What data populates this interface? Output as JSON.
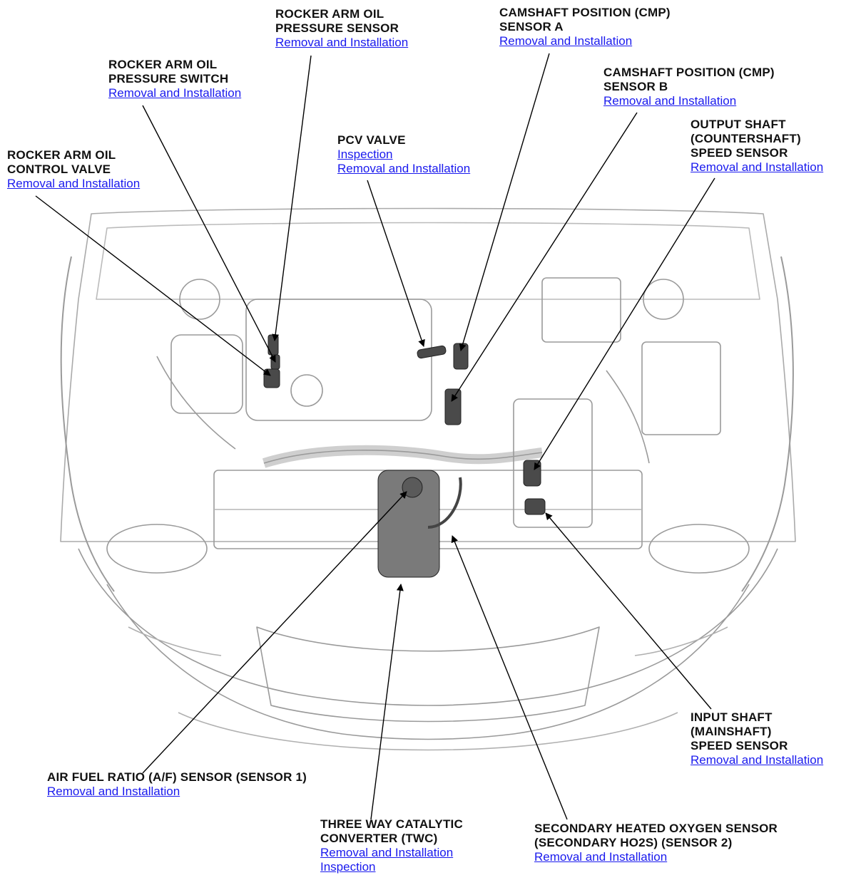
{
  "colors": {
    "link": "#1a1aee",
    "text": "#111111",
    "leader": "#000000",
    "car_line": "#9a9a9a",
    "component": "#555555"
  },
  "callouts": {
    "rocker_oil_pressure_sensor": {
      "title": "ROCKER ARM OIL\nPRESSURE SENSOR",
      "links": [
        "Removal and Installation"
      ]
    },
    "camshaft_sensor_a": {
      "title": "CAMSHAFT POSITION (CMP)\nSENSOR A",
      "links": [
        "Removal and Installation"
      ]
    },
    "rocker_oil_pressure_switch": {
      "title": "ROCKER ARM OIL\nPRESSURE SWITCH",
      "links": [
        "Removal and Installation"
      ]
    },
    "camshaft_sensor_b": {
      "title": "CAMSHAFT POSITION (CMP)\nSENSOR B",
      "links": [
        "Removal and Installation"
      ]
    },
    "output_shaft_sensor": {
      "title": "OUTPUT SHAFT\n(COUNTERSHAFT)\nSPEED SENSOR",
      "links": [
        "Removal and Installation"
      ]
    },
    "pcv_valve": {
      "title": "PCV VALVE",
      "links": [
        "Inspection",
        "Removal and Installation"
      ]
    },
    "rocker_oil_control_valve": {
      "title": "ROCKER ARM OIL\nCONTROL VALVE",
      "links": [
        "Removal and Installation"
      ]
    },
    "input_shaft_sensor": {
      "title": "INPUT SHAFT\n(MAINSHAFT)\nSPEED SENSOR",
      "links": [
        "Removal and Installation"
      ]
    },
    "af_sensor": {
      "title": "AIR FUEL RATIO (A/F) SENSOR (SENSOR 1)",
      "links": [
        "Removal and Installation"
      ]
    },
    "twc": {
      "title": "THREE WAY CATALYTIC\nCONVERTER (TWC)",
      "links": [
        "Removal and Installation",
        "Inspection"
      ]
    },
    "secondary_ho2s": {
      "title": "SECONDARY HEATED OXYGEN SENSOR\n(SECONDARY HO2S) (SENSOR 2)",
      "links": [
        "Removal and Installation"
      ]
    }
  }
}
